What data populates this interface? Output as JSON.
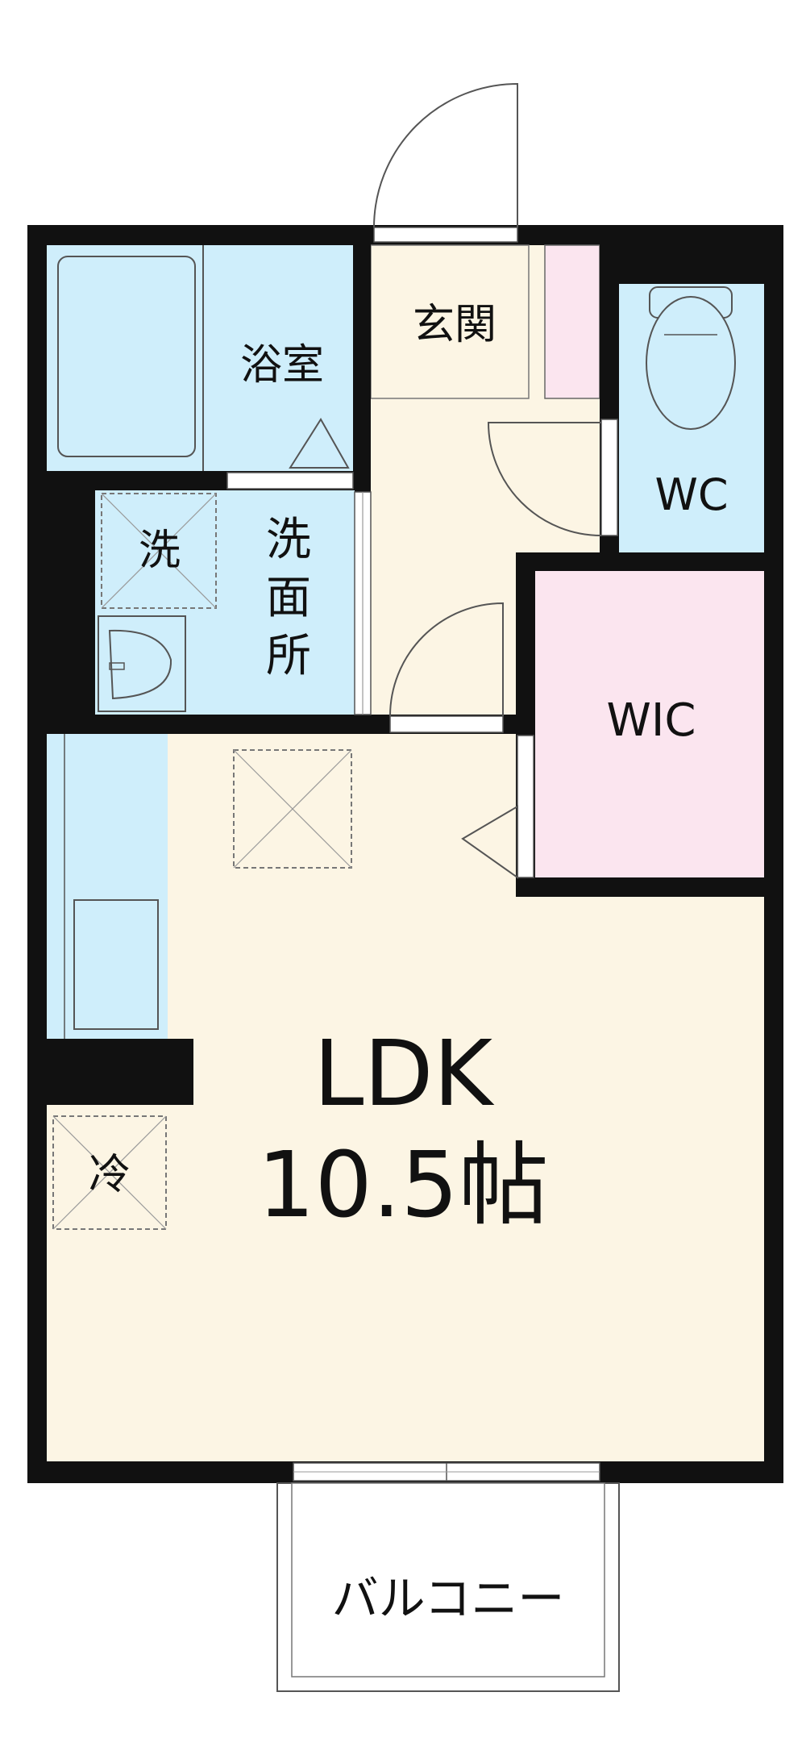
{
  "rooms": {
    "bath": "浴室",
    "entrance": "玄関",
    "wc": "WC",
    "washroom": "洗面所",
    "washer": "洗",
    "wic": "WIC",
    "ldk_name": "LDK",
    "ldk_size": "10.5帖",
    "fridge": "冷",
    "balcony": "バルコニー"
  },
  "colors": {
    "wall": "#111111",
    "wet_area": "#cfeefb",
    "living": "#fcf5e4",
    "closet": "#fbe5ef",
    "line": "#444444"
  }
}
